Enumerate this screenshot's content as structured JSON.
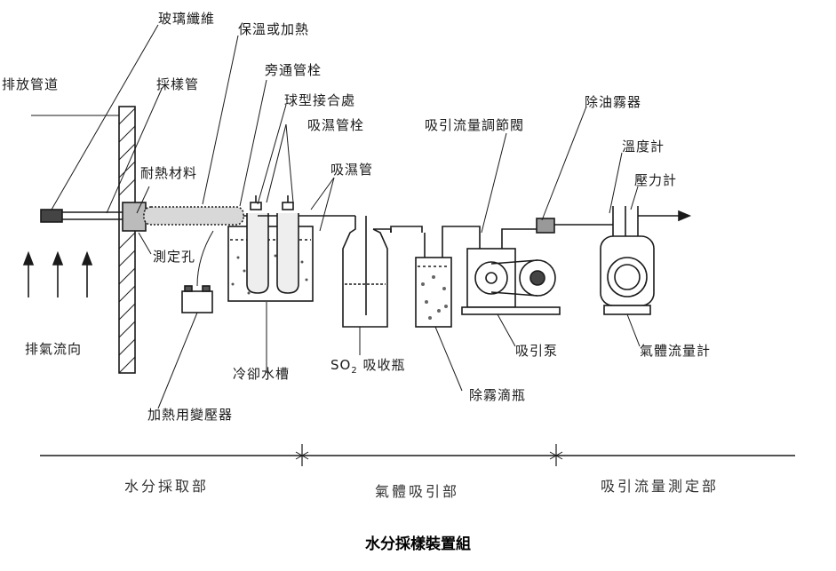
{
  "labels": {
    "glass_fiber": "玻璃纖維",
    "insulate_heat": "保溫或加熱",
    "exhaust_duct": "排放管道",
    "sampling_tube": "採樣管",
    "bypass_cock": "旁通管栓",
    "ball_joint": "球型接合處",
    "absorb_cock": "吸濕管栓",
    "heat_resist": "耐熱材料",
    "absorb_tube": "吸濕管",
    "test_hole": "測定孔",
    "flow_valve": "吸引流量調節閥",
    "oil_mist_remover": "除油霧器",
    "thermometer": "溫度計",
    "pressure_gauge": "壓力計",
    "exhaust_flow": "排氣流向",
    "cooling_bath": "冷卻水槽",
    "so2_bottle_pre": "SO",
    "so2_bottle_sub": "2",
    "so2_bottle_post": "吸收瓶",
    "suction_pump": "吸引泵",
    "gas_meter": "氣體流量計",
    "heating_transformer": "加熱用變壓器",
    "mist_bottle": "除霧滴瓶"
  },
  "sections": {
    "s1": "水分採取部",
    "s2": "氣體吸引部",
    "s3": "吸引流量測定部"
  },
  "caption": "水分採樣裝置組"
}
